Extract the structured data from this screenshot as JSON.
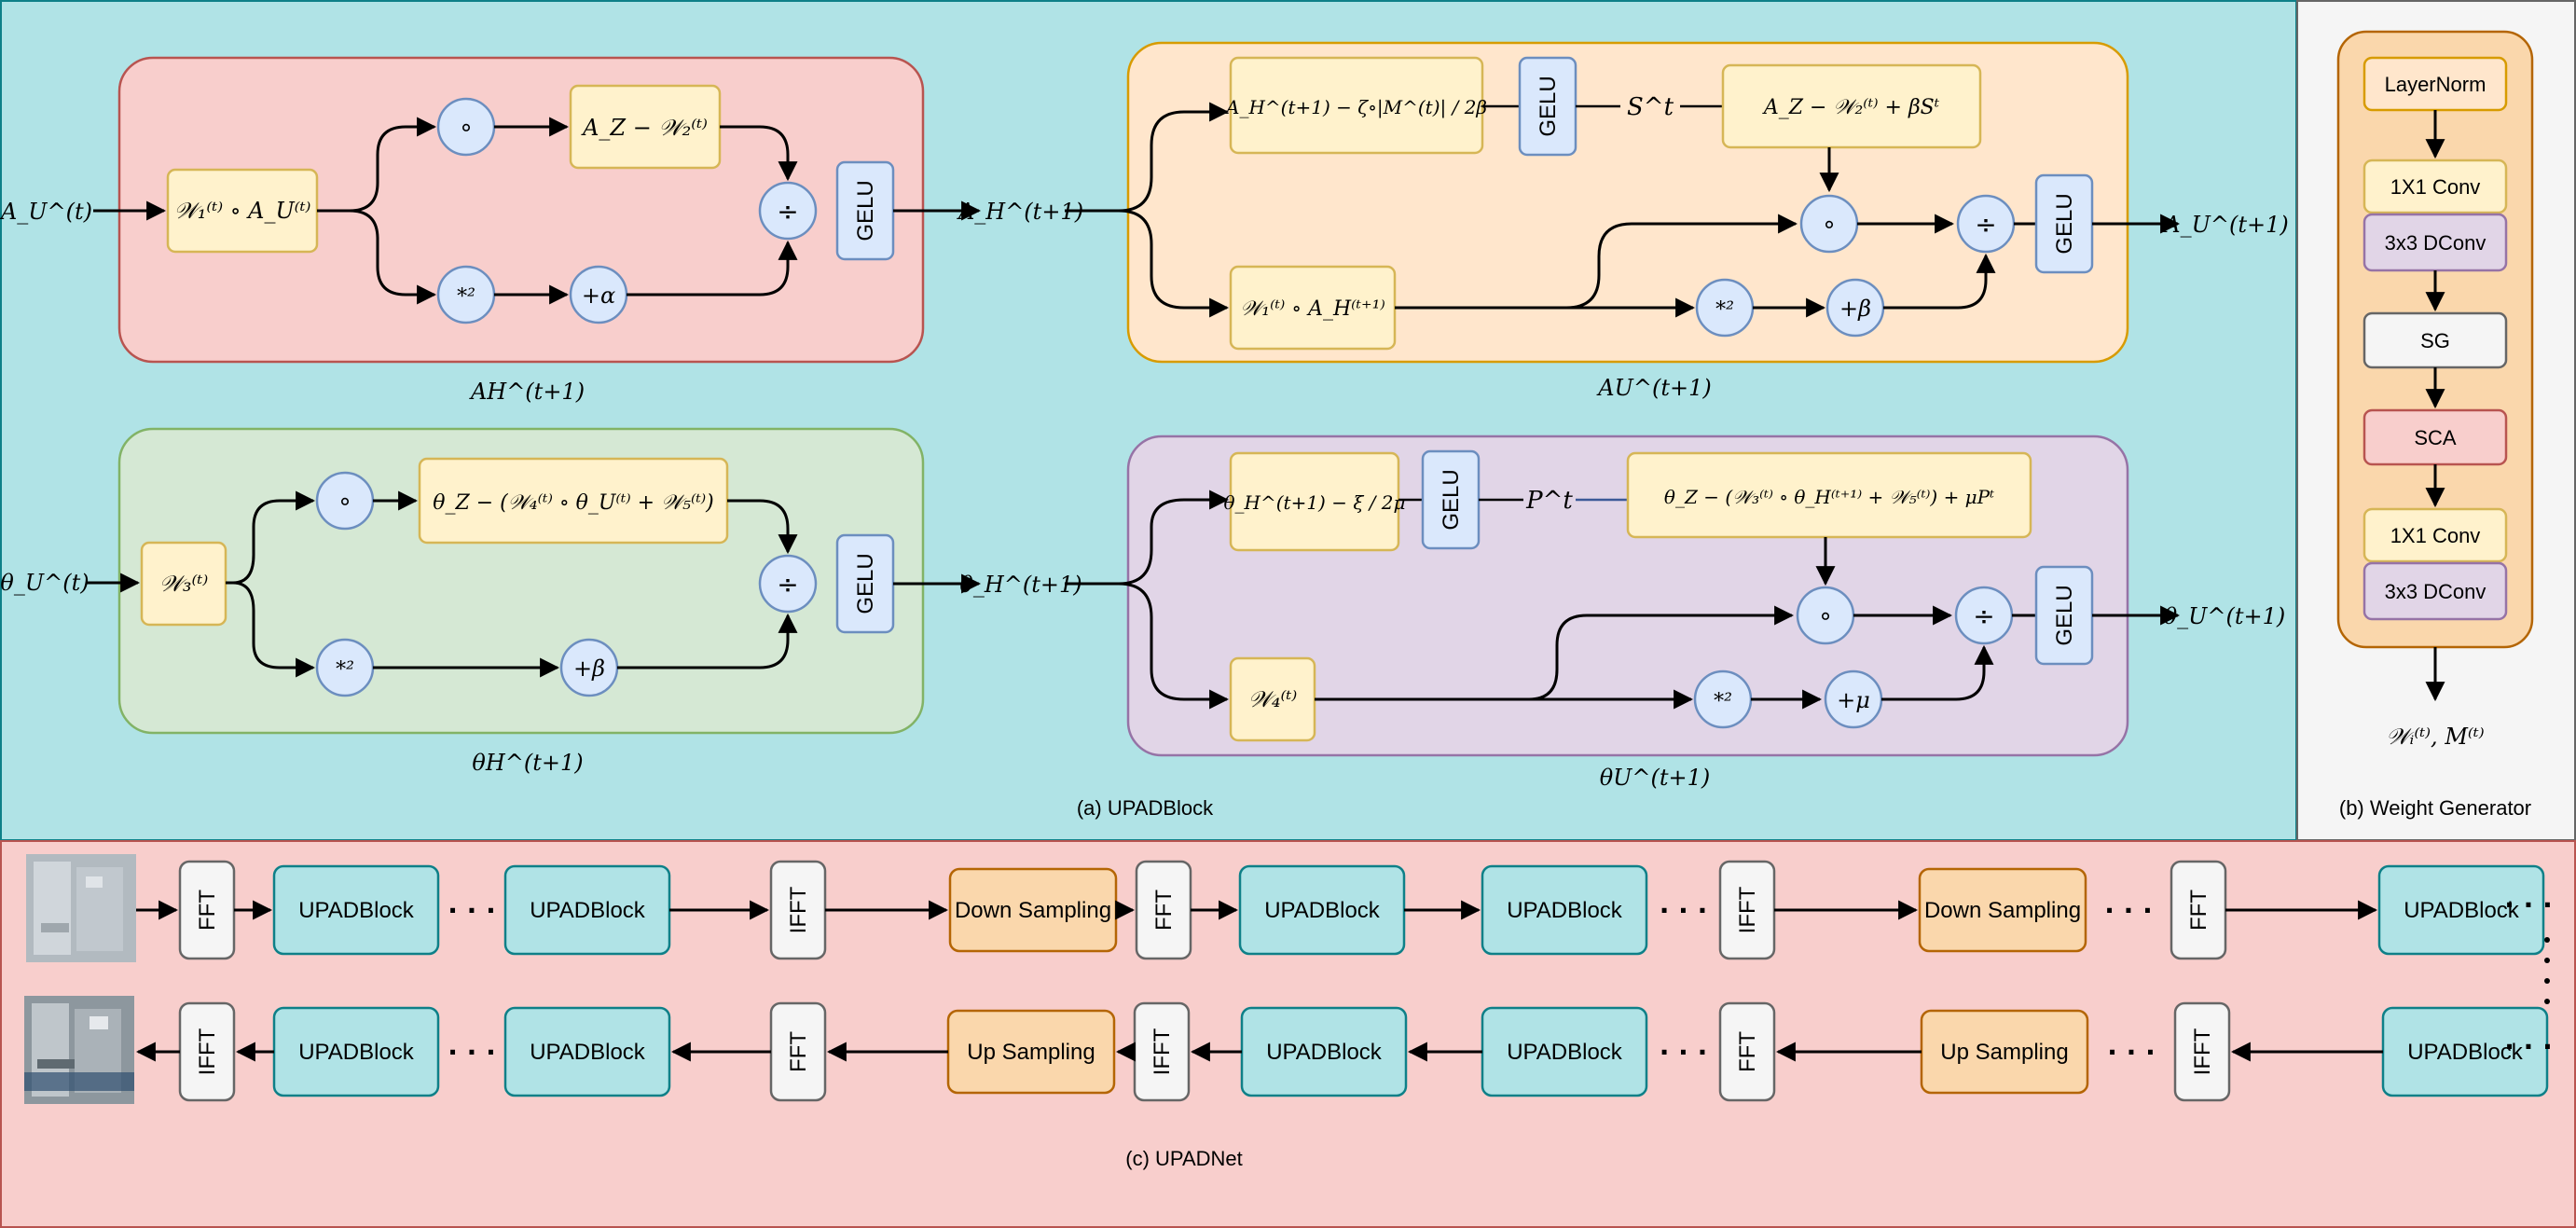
{
  "figure": {
    "caption_a": "(a) UPADBlock",
    "caption_b": "(b) Weight Generator",
    "caption_c": "(c) UPADNet"
  },
  "colors": {
    "panel_a_bg": "#b0e3e6",
    "panel_b_bg": "#f5f5f5",
    "panel_c_bg": "#f8cecc",
    "ah_group": "#f8cecc",
    "au_group": "#ffe6cc",
    "th_group": "#d5e8d4",
    "tu_group": "#e1d5e7",
    "formula_box": "#fff2cc",
    "gelu_box": "#dae8fc",
    "upad_box": "#b0e3e6",
    "sampling_box": "#fad7ac",
    "fft_box": "#f5f5f5",
    "sca_box": "#f8cecc",
    "dconv_box": "#e1d5e7"
  },
  "panel_a": {
    "ah": {
      "input": "A_U^(t)",
      "weighted": "𝒲₁⁽ᵗ⁾ ∘ A_U⁽ᵗ⁾",
      "hadamard": "∘",
      "square": "*²",
      "formula": "A_Z − 𝒲₂⁽ᵗ⁾",
      "plus": "+α",
      "divide": "÷",
      "gelu": "GELU",
      "output": "A_H^(t+1)",
      "label": "AH^(t+1)"
    },
    "au": {
      "formula_top": "A_H^(t+1) − ζ∘|M^(t)| / 2β",
      "gelu_top": "GELU",
      "s_label": "S^t",
      "formula_right": "A_Z − 𝒲₂⁽ᵗ⁾ + βSᵗ",
      "weighted": "𝒲₁⁽ᵗ⁾ ∘ A_H⁽ᵗ⁺¹⁾",
      "hadamard": "∘",
      "square": "*²",
      "plus": "+β",
      "divide": "÷",
      "gelu": "GELU",
      "output": "A_U^(t+1)",
      "label": "AU^(t+1)"
    },
    "th": {
      "input": "θ_U^(t)",
      "weighted": "𝒲₃⁽ᵗ⁾",
      "hadamard": "∘",
      "square": "*²",
      "formula": "θ_Z − (𝒲₄⁽ᵗ⁾ ∘ θ_U⁽ᵗ⁾ + 𝒲₅⁽ᵗ⁾)",
      "plus": "+β",
      "divide": "÷",
      "gelu": "GELU",
      "output": "θ_H^(t+1)",
      "label": "θH^(t+1)"
    },
    "tu": {
      "formula_top": "θ_H^(t+1) − ξ / 2μ",
      "gelu_top": "GELU",
      "p_label": "P^t",
      "formula_right": "θ_Z − (𝒲₃⁽ᵗ⁾ ∘ θ_H⁽ᵗ⁺¹⁾ + 𝒲₅⁽ᵗ⁾) + μPᵗ",
      "weighted": "𝒲₄⁽ᵗ⁾",
      "hadamard": "∘",
      "square": "*²",
      "plus": "+μ",
      "divide": "÷",
      "gelu": "GELU",
      "output": "θ_U^(t+1)",
      "label": "θU^(t+1)"
    }
  },
  "panel_b": {
    "layers": [
      "LayerNorm",
      "1X1 Conv",
      "3x3 DConv",
      "SG",
      "SCA",
      "1X1 Conv",
      "3x3 DConv"
    ],
    "output": "𝒲ᵢ⁽ᵗ⁾, M⁽ᵗ⁾"
  },
  "panel_c": {
    "top_row": [
      "FFT",
      "UPADBlock",
      "UPADBlock",
      "IFFT",
      "Down Sampling",
      "FFT",
      "UPADBlock",
      "UPADBlock",
      "IFFT",
      "Down Sampling",
      "FFT",
      "UPADBlock"
    ],
    "bottom_row": [
      "IFFT",
      "UPADBlock",
      "UPADBlock",
      "FFT",
      "Up Sampling",
      "IFFT",
      "UPADBlock",
      "UPADBlock",
      "FFT",
      "Up Sampling",
      "IFFT",
      "UPADBlock"
    ],
    "ellipsis": "· · ·"
  }
}
